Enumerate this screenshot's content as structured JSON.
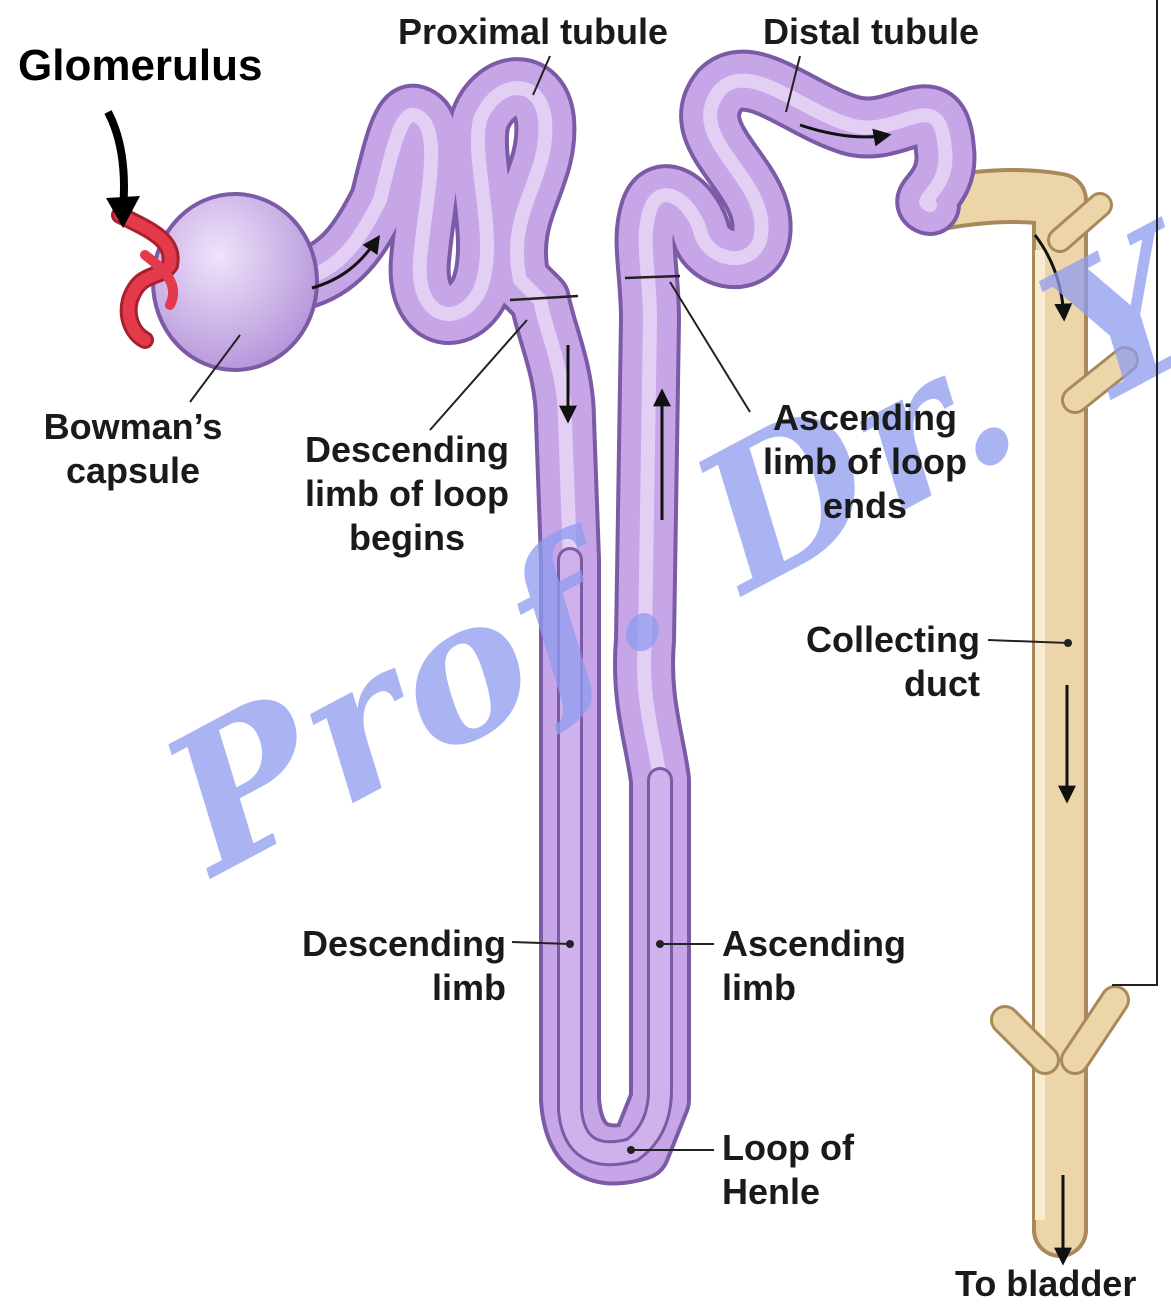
{
  "labels": {
    "glomerulus": "Glomerulus",
    "proximal_tubule": "Proximal tubule",
    "distal_tubule": "Distal tubule",
    "bowmans_capsule": [
      "Bowman’s",
      "capsule"
    ],
    "descending_limb_begins": [
      "Descending",
      "limb of loop",
      "begins"
    ],
    "ascending_limb_ends": [
      "Ascending",
      "limb of loop",
      "ends"
    ],
    "collecting_duct": [
      "Collecting",
      "duct"
    ],
    "descending_limb": [
      "Descending",
      "limb"
    ],
    "ascending_limb": [
      "Ascending",
      "limb"
    ],
    "loop_of_henle": [
      "Loop of",
      "Henle"
    ],
    "to_bladder": "To bladder"
  },
  "watermark": "Prof. Dr. Yo",
  "colors": {
    "tubule": "#c9a8e8",
    "tubule_outline": "#7b5aa6",
    "duct": "#e8cfa0",
    "duct_outline": "#a9895a",
    "glomerulus": "#e0384a",
    "watermark": "#8f9cf0"
  }
}
